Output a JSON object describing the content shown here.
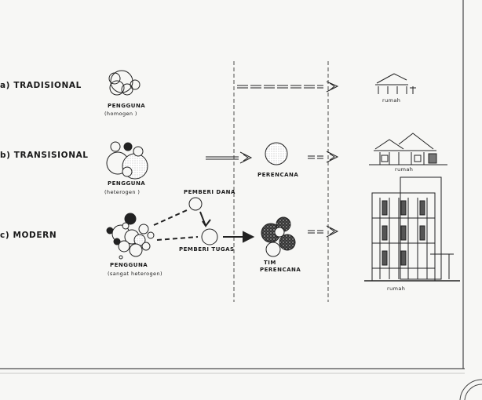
{
  "rows": {
    "a": {
      "label": "a) TRADISIONAL"
    },
    "b": {
      "label": "b) TRANSISIONAL"
    },
    "c": {
      "label": "c) MODERN"
    }
  },
  "users": {
    "a": {
      "name": "PENGGUNA",
      "note": "(homogen   )"
    },
    "b": {
      "name": "PENGGUNA",
      "note": "(heterogen  )"
    },
    "c": {
      "name": "PENGGUNA",
      "note": "(sangat heterogen)"
    }
  },
  "actors": {
    "pemberi_dana": "PEMBERI DANA",
    "pemberi_tugas": "PEMBERI TUGAS",
    "perencana": "PERENCANA",
    "tim_line1": "TIM",
    "tim_line2": "PERENCANA"
  },
  "outputs": {
    "a": "rumah",
    "b": "rumah",
    "c": "rumah"
  }
}
